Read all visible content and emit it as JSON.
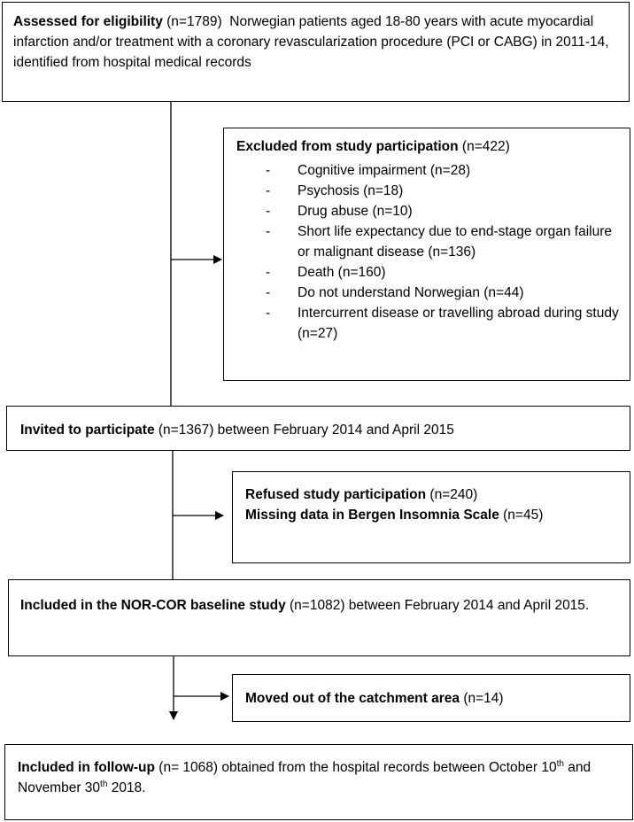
{
  "boxes": {
    "eligibility": {
      "bold": "Assessed for eligibility",
      "count": " (n=1789)",
      "text": "  Norwegian patients aged 18-80 years with acute myocardial infarction and/or treatment with a coronary revascularization procedure (PCI or CABG) in 2011-14, identified from hospital medical records"
    },
    "excluded": {
      "bold": "Excluded from study participation",
      "count": " (n=422)",
      "items": [
        "Cognitive impairment (n=28)",
        "Psychosis (n=18)",
        "Drug abuse (n=10)",
        "Short life expectancy due to end-stage organ failure or malignant disease (n=136)",
        "Death (n=160)",
        "Do not understand Norwegian (n=44)",
        "Intercurrent disease or travelling abroad during study (n=27)"
      ]
    },
    "invited": {
      "bold": "Invited to participate",
      "text": " (n=1367) between February 2014 and April 2015"
    },
    "refused": {
      "line1_bold": "Refused study participation",
      "line1_count": " (n=240)",
      "line2_bold": "Missing data in Bergen Insomnia Scale",
      "line2_count": " (n=45)"
    },
    "baseline": {
      "bold": "Included in the NOR-COR baseline study",
      "text": " (n=1082) between February 2014 and April 2015."
    },
    "moved": {
      "bold": "Moved out of the catchment area",
      "count": " (n=14)"
    },
    "followup": {
      "bold": "Included in follow-up",
      "text1": " (n= 1068) obtained from the hospital records between October 10",
      "sup1": "th",
      "text2": " and November 30",
      "sup2": "th",
      "text3": " 2018."
    }
  }
}
